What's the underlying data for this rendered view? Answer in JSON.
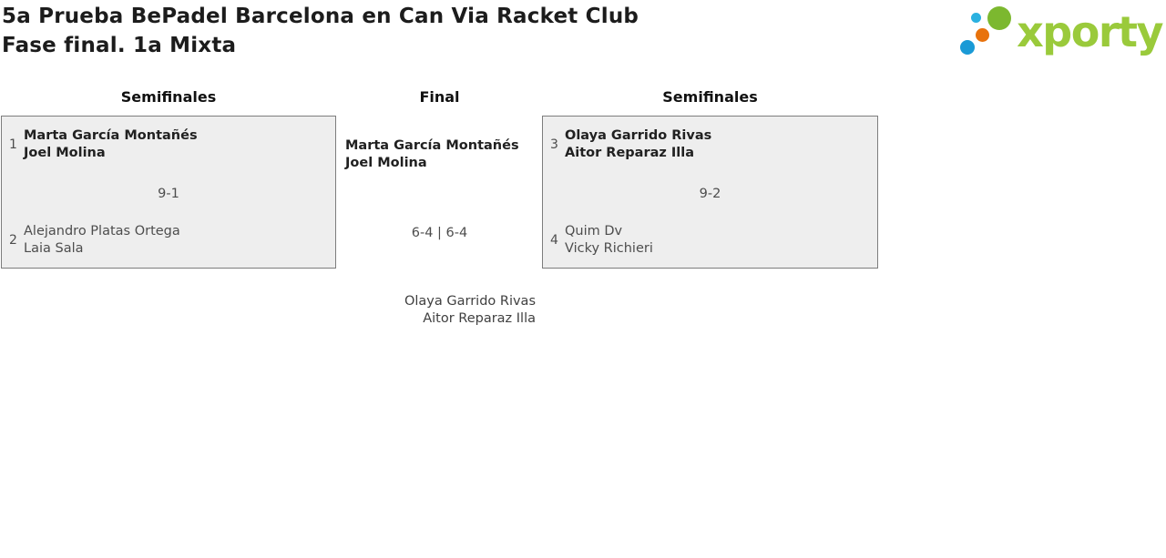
{
  "header": {
    "title": "5a Prueba BePadel Barcelona en Can Via Racket Club",
    "subtitle": "Fase final. 1a Mixta",
    "logo_text": "xporty"
  },
  "colors": {
    "logo_green": "#9aca3b",
    "logo_dot_green": "#7cb82f",
    "logo_dot_cyan": "#2bb1e0",
    "logo_dot_orange": "#e8720c",
    "logo_dot_blue": "#1a9ad6",
    "box_background": "#eeeeee",
    "box_border": "#7d7d7d"
  },
  "bracket": {
    "columns": [
      {
        "label": "Semifinales"
      },
      {
        "label": "Final"
      },
      {
        "label": "Semifinales"
      }
    ],
    "semifinal_left": {
      "seed_top": "1",
      "team_top": [
        "Marta García Montañés",
        "Joel Molina"
      ],
      "score": "9-1",
      "seed_bottom": "2",
      "team_bottom": [
        "Alejandro Platas Ortega",
        "Laia Sala"
      ]
    },
    "final": {
      "team_top": [
        "Marta García Montañés",
        "Joel Molina"
      ],
      "score": "6-4 | 6-4",
      "team_bottom": [
        "Olaya Garrido Rivas",
        "Aitor Reparaz Illa"
      ]
    },
    "semifinal_right": {
      "seed_top": "3",
      "team_top": [
        "Olaya Garrido Rivas",
        "Aitor Reparaz Illa"
      ],
      "score": "9-2",
      "seed_bottom": "4",
      "team_bottom": [
        "Quim Dv",
        "Vicky Richieri"
      ]
    }
  }
}
